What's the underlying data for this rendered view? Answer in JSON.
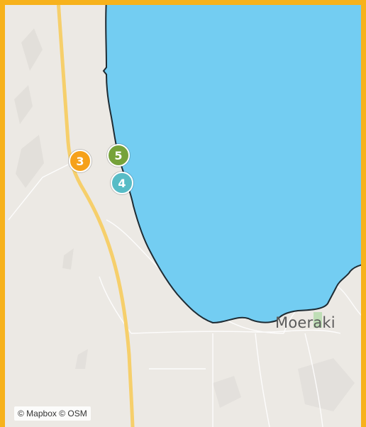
{
  "map": {
    "colors": {
      "frame": "#f7b21c",
      "land": "#ece9e4",
      "water": "#73cdf2",
      "coastline": "#1e2b33",
      "road": "#f6cf6b",
      "minor_road": "#ffffff"
    },
    "place_label": "Moeraki",
    "attribution": "© Mapbox © OSM",
    "markers": [
      {
        "id": "3",
        "label": "3",
        "color": "#f6a11a"
      },
      {
        "id": "5",
        "label": "5",
        "color": "#76a23a"
      },
      {
        "id": "4",
        "label": "4",
        "color": "#58bcc6"
      }
    ]
  }
}
